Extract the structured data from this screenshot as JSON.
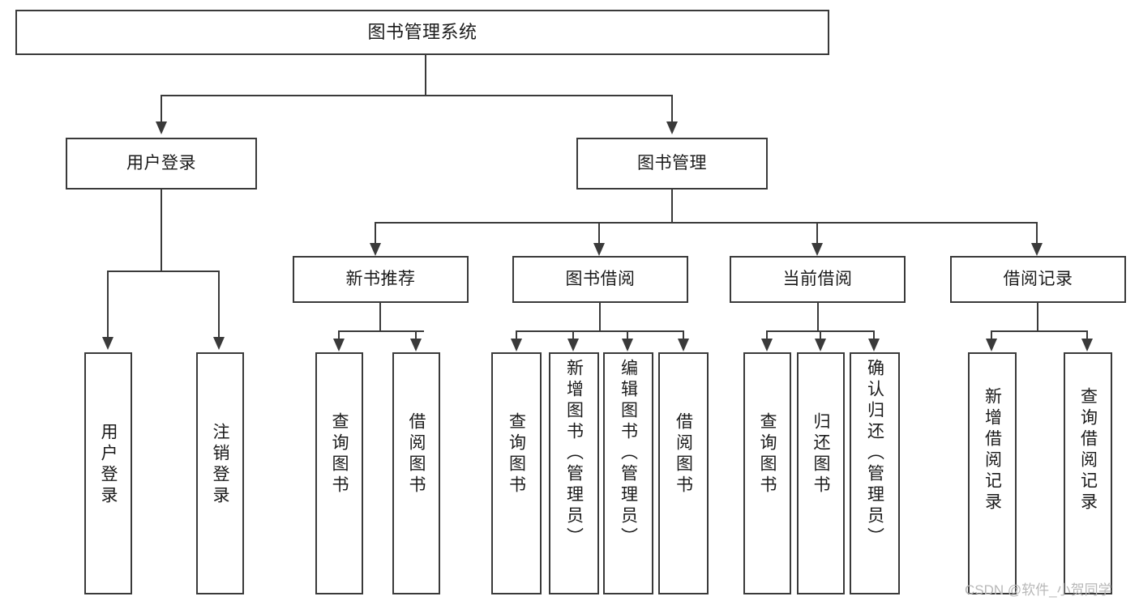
{
  "diagram": {
    "title": "图书管理系统",
    "type": "tree-hierarchy",
    "root": {
      "label": "图书管理系统"
    },
    "level1": [
      {
        "label": "用户登录"
      },
      {
        "label": "图书管理"
      }
    ],
    "level2": [
      {
        "label": "新书推荐"
      },
      {
        "label": "图书借阅"
      },
      {
        "label": "当前借阅"
      },
      {
        "label": "借阅记录"
      }
    ],
    "leaves": {
      "user_login": [
        {
          "label": "用户登录"
        },
        {
          "label": "注销登录"
        }
      ],
      "new_book_recommend": [
        {
          "label": "查询图书"
        },
        {
          "label": "借阅图书"
        }
      ],
      "book_borrow": [
        {
          "label": "查询图书"
        },
        {
          "label": "新增图书（管理员）"
        },
        {
          "label": "编辑图书（管理员）"
        },
        {
          "label": "借阅图书"
        }
      ],
      "current_borrow": [
        {
          "label": "查询图书"
        },
        {
          "label": "归还图书"
        },
        {
          "label": "确认归还（管理员）"
        }
      ],
      "borrow_record": [
        {
          "label": "新增借阅记录"
        },
        {
          "label": "查询借阅记录"
        }
      ]
    }
  },
  "watermark": {
    "text": "CSDN @软件_小贺同学"
  },
  "colors": {
    "border": "#3a3a3a",
    "text": "#1b1b1b",
    "background": "#ffffff",
    "watermark": "#b8b8b8"
  }
}
